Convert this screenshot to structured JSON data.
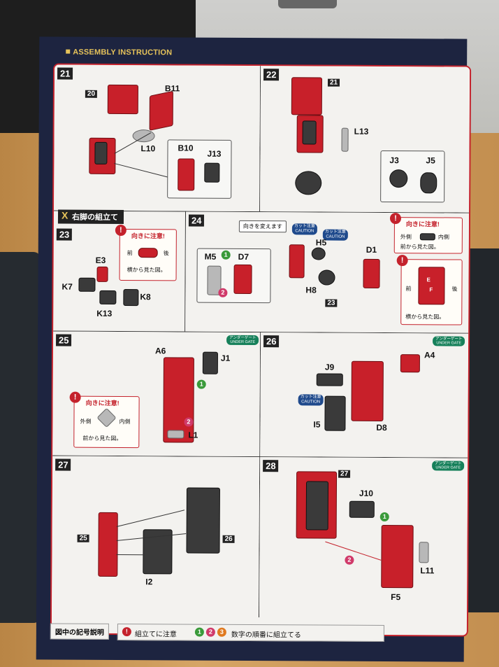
{
  "header": {
    "title": "ASSEMBLY INSTRUCTION"
  },
  "section": {
    "marker": "X",
    "title": "右脚の組立て"
  },
  "steps": {
    "s21": {
      "num": "21",
      "ref": "20",
      "labels": [
        "B11",
        "L10",
        "B10",
        "J13"
      ]
    },
    "s22": {
      "num": "22",
      "ref": "21",
      "labels": [
        "L13",
        "J3",
        "J5"
      ]
    },
    "s23": {
      "num": "23",
      "labels": [
        "E3",
        "K7",
        "K8",
        "K13"
      ],
      "caution": {
        "title": "向きに注意!",
        "front": "前",
        "back": "後",
        "note": "横から見た図。"
      }
    },
    "s24": {
      "num": "24",
      "ref": "23",
      "labels": [
        "M5",
        "D7",
        "H5",
        "D1",
        "H8"
      ],
      "callout": "向きを変えます",
      "cut1": [
        "カット注意",
        "CAUTION"
      ],
      "cut2": [
        "カット注意",
        "CAUTION"
      ],
      "caution": {
        "title": "向きに注意!",
        "outer": "外側",
        "inner": "内側",
        "note": "前から見た図。"
      },
      "caution2": {
        "front": "前",
        "back": "後",
        "note": "横から見た図。",
        "e": "E",
        "f": "F"
      }
    },
    "s25": {
      "num": "25",
      "labels": [
        "A6",
        "J1",
        "L1"
      ],
      "gate": [
        "アンダーゲート",
        "UNDER GATE"
      ],
      "caution": {
        "title": "向きに注意!",
        "outer": "外側",
        "inner": "内側",
        "note": "前から見た図。"
      }
    },
    "s26": {
      "num": "26",
      "labels": [
        "A4",
        "J9",
        "I5",
        "D8"
      ],
      "gate": [
        "アンダーゲート",
        "UNDER GATE"
      ],
      "cut": [
        "カット注意",
        "CAUTION"
      ]
    },
    "s27": {
      "num": "27",
      "labels": [
        "25",
        "26",
        "I2"
      ]
    },
    "s28": {
      "num": "28",
      "ref": "27",
      "labels": [
        "J10",
        "L11",
        "F5"
      ],
      "gate": [
        "アンダーゲート",
        "UNDER GATE"
      ]
    }
  },
  "order_numbers": [
    "1",
    "2",
    "3"
  ],
  "footer": {
    "legend_title": "図中の記号説明",
    "caution_text": "組立てに注意",
    "order_text": "数字の順番に組立てる"
  },
  "colors": {
    "navy": "#1d2440",
    "red": "#c4222c",
    "gold": "#e6c35a",
    "green": "#3a9a3a",
    "pink": "#d03a6a",
    "orange": "#e07a20"
  }
}
